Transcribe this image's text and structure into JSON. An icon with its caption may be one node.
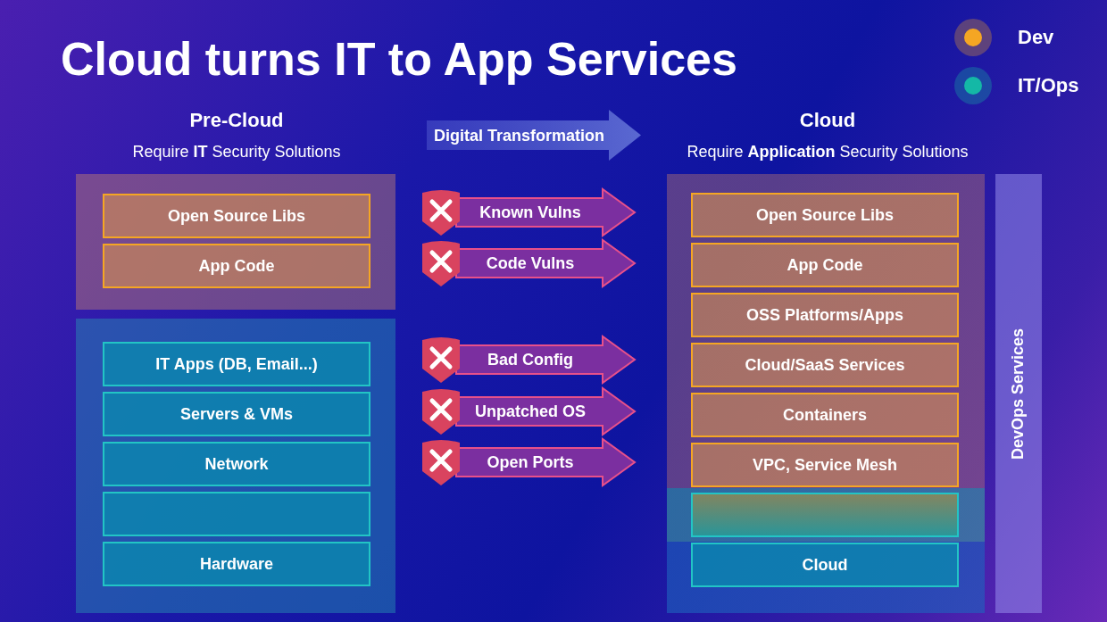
{
  "diagram": {
    "title": "Cloud turns IT to App Services",
    "nodes": [
      {
        "text": [],
        "shape": "box"
      },
      {
        "text": [
          "Open Source Libs"
        ],
        "in": 0
      },
      {
        "text": [
          "App Code"
        ],
        "in": 0
      },
      {
        "text": [],
        "shape": "box"
      },
      {
        "text": [
          "IT Apps (DB, Email...)"
        ],
        "in": 3
      },
      {
        "text": [
          "Servers & VMs"
        ],
        "in": 3
      },
      {
        "text": [
          "Network"
        ],
        "in": 3
      },
      {
        "text": [],
        "shape": "box",
        "in": 3
      },
      {
        "text": [
          "Hardware"
        ],
        "in": 3
      },
      {
        "text": [
          "Digital Transformation"
        ]
      },
      {
        "text": [
          "Known Vulns"
        ]
      },
      {
        "text": [
          "Code Vulns"
        ]
      },
      {
        "text": [
          "Bad Config"
        ]
      },
      {
        "text": [
          "Unpatched OS"
        ]
      },
      {
        "text": [
          "Open Ports"
        ]
      },
      {
        "text": [],
        "shape": "box"
      },
      {
        "text": [
          "Open Source Libs"
        ],
        "in": 15
      },
      {
        "text": [
          "App Code"
        ],
        "in": 15
      },
      {
        "text": [
          "OSS Platforms/Apps"
        ],
        "in": 15
      },
      {
        "text": [
          "Cloud/SaaS Services"
        ],
        "in": 15
      },
      {
        "text": [
          "Containers"
        ],
        "in": 15
      },
      {
        "text": [
          "VPC, Service Mesh"
        ],
        "in": 15
      },
      {
        "text": [],
        "shape": "box",
        "in": 15
      },
      {
        "text": [
          "Cloud"
        ],
        "in": 15
      },
      {
        "text": [
          "DevOps Services"
        ]
      }
    ],
    "labels": [
      "Pre-Cloud",
      "Require **IT** Security Solutions",
      "Cloud",
      "Require **Application** Security Solutions"
    ],
    "legend": [
      {
        "text": "Dev",
        "color": "#f5a623"
      },
      {
        "text": "IT/Ops",
        "color": "#14b8a6"
      }
    ]
  }
}
